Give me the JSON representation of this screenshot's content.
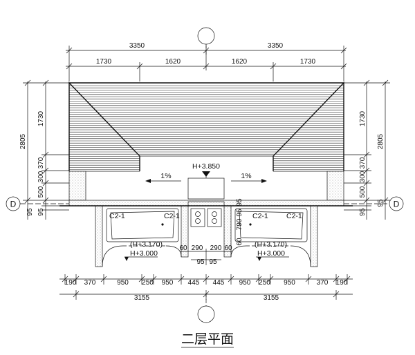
{
  "caption": "二层平面",
  "axis_label": "D",
  "roof": {
    "height_mark": "H+3.850",
    "slope_left": "1%",
    "slope_right": "1%"
  },
  "units": {
    "left": {
      "label": "C2-1",
      "height_upper": "(H+3.170)",
      "height_lower": "H+3.000"
    },
    "right": {
      "label": "C2-1",
      "height_upper": "(H+3.170)",
      "height_lower": "H+3.000"
    },
    "center_labels": [
      "C2-1",
      "C2-1"
    ]
  },
  "dimensions": {
    "top_overall": [
      "3350",
      "3350"
    ],
    "top_parts": [
      "1730",
      "1620",
      "1620",
      "1730"
    ],
    "left_overall": "2805",
    "left_parts": [
      "1730",
      "370",
      "300",
      "500"
    ],
    "left_small": [
      "95",
      "95"
    ],
    "right_overall": "2805",
    "right_parts": [
      "1730",
      "370",
      "300",
      "500"
    ],
    "right_small": [
      "95",
      "95"
    ],
    "center_95": [
      "95",
      "95"
    ],
    "center_790": "790",
    "center_60": [
      "60",
      "60"
    ],
    "center_290": [
      "290",
      "290"
    ],
    "center_bottom_95": [
      "95",
      "95"
    ],
    "bottom_parts": [
      "190",
      "370",
      "950",
      "250",
      "950",
      "445",
      "445",
      "950",
      "250",
      "950",
      "370",
      "190"
    ],
    "bottom_overall": [
      "3155",
      "3155"
    ]
  }
}
